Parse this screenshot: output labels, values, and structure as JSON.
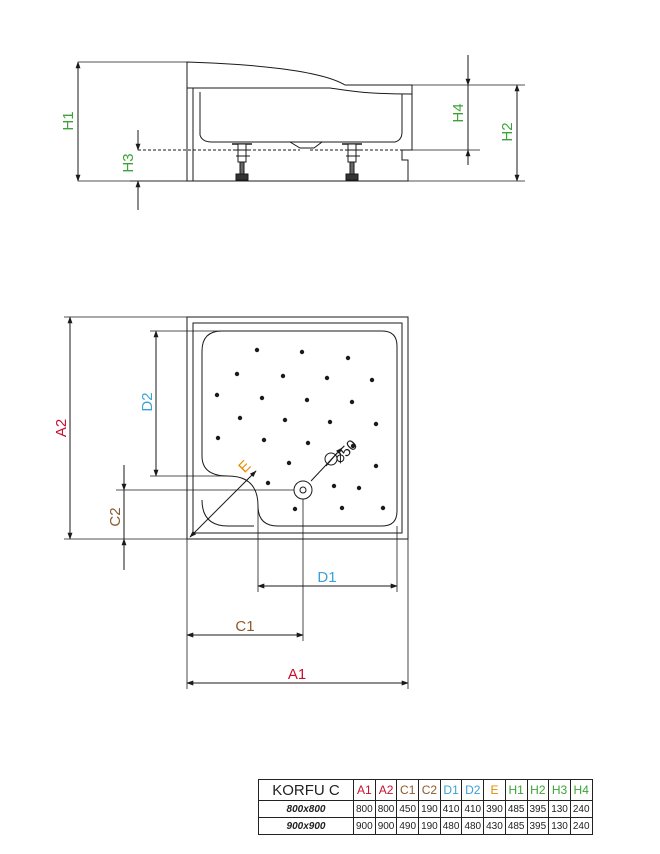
{
  "colors": {
    "line": "#1a1a1a",
    "A": "#c8102e",
    "C": "#8b5a2b",
    "D": "#3aa0d8",
    "E": "#e88a00",
    "H": "#3ba337"
  },
  "labels": {
    "H1": "H1",
    "H2": "H2",
    "H3": "H3",
    "H4": "H4",
    "A1": "A1",
    "A2": "A2",
    "C1": "C1",
    "C2": "C2",
    "D1": "D1",
    "D2": "D2",
    "E": "E",
    "drain": "50"
  },
  "table": {
    "model": "KORFU C",
    "headers": [
      "A1",
      "A2",
      "C1",
      "C2",
      "D1",
      "D2",
      "E",
      "H1",
      "H2",
      "H3",
      "H4"
    ],
    "rows": [
      {
        "size": "800x800",
        "values": [
          "800",
          "800",
          "450",
          "190",
          "410",
          "410",
          "390",
          "485",
          "395",
          "130",
          "240"
        ]
      },
      {
        "size": "900x900",
        "values": [
          "900",
          "900",
          "490",
          "190",
          "480",
          "480",
          "430",
          "485",
          "395",
          "130",
          "240"
        ]
      }
    ]
  }
}
